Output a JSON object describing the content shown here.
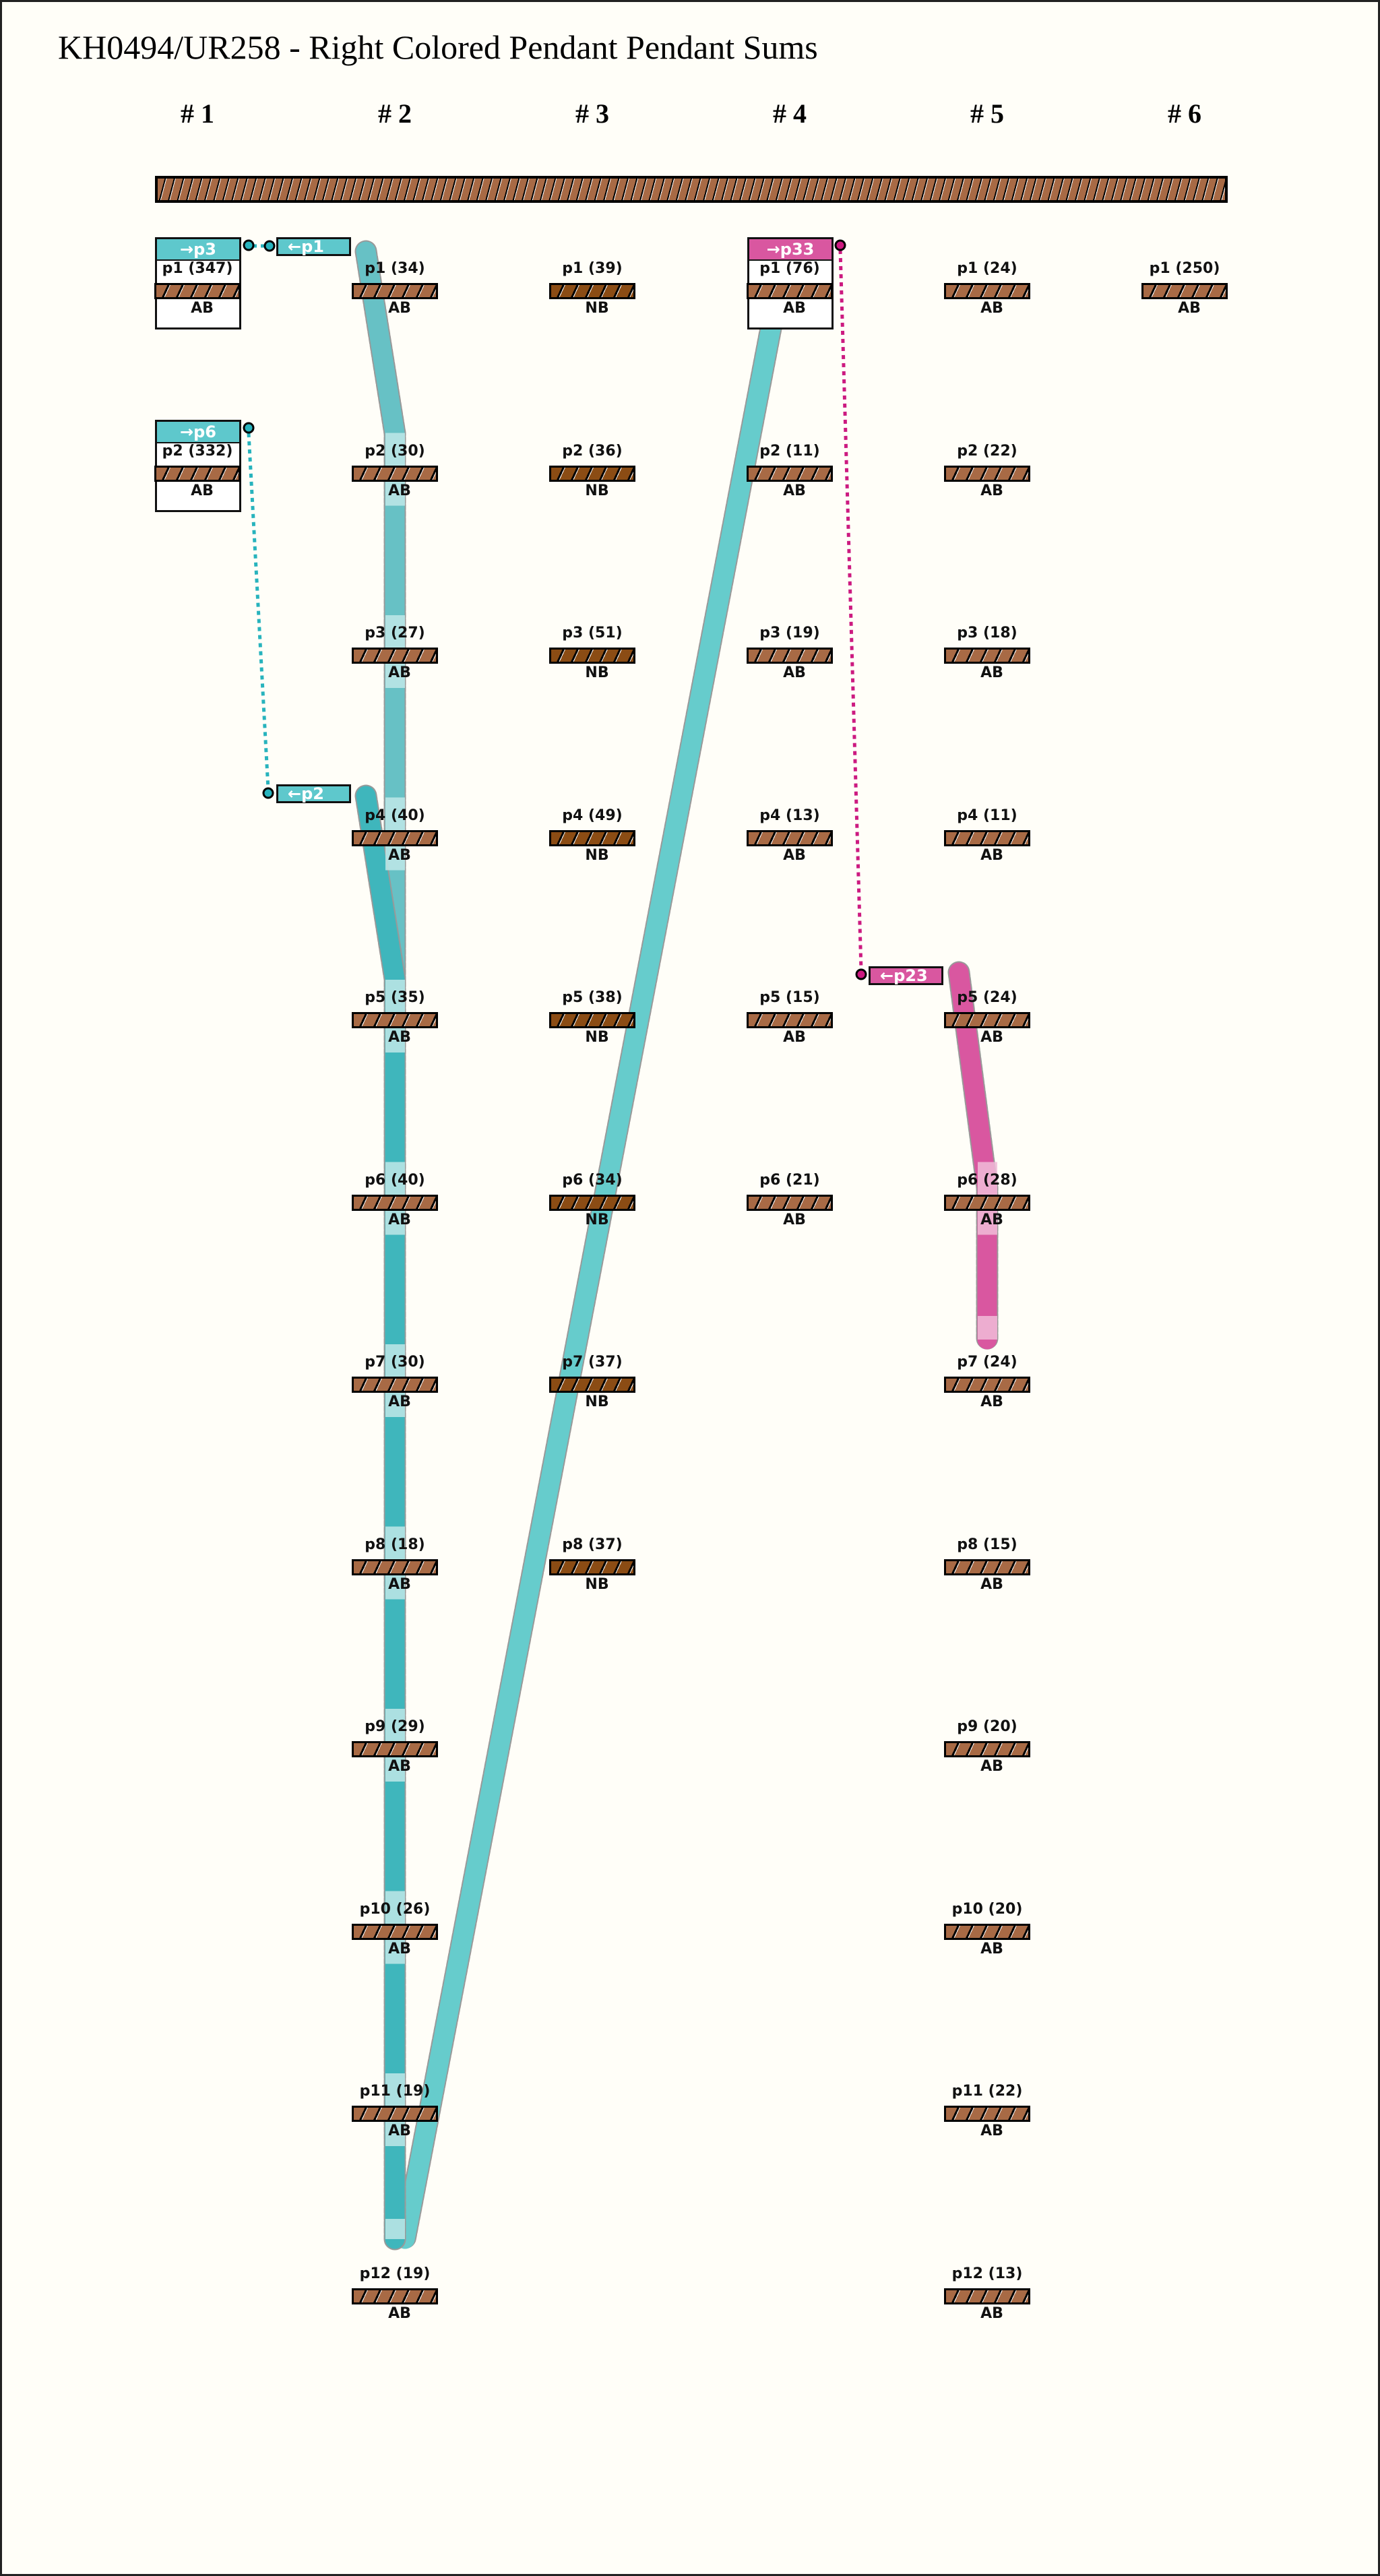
{
  "title": "KH0494/UR258 - Right Colored Pendant Pendant Sums",
  "colors": {
    "cord": "#a86a45",
    "nb_cord": "#8b4c14",
    "cyan": "#5ec8cc",
    "cyan_dark": "#35b9c0",
    "cyan_light": "#bfe8e8",
    "pink": "#d957a0",
    "pink_light": "#f0bcd8"
  },
  "columns": [
    {
      "header": "# 1",
      "pendants": [
        {
          "label": "p1 (347)",
          "group": "AB",
          "out_tag": "→p3",
          "tag_color": "cyan"
        },
        {
          "label": "p2 (332)",
          "group": "AB",
          "out_tag": "→p6",
          "tag_color": "cyan"
        }
      ]
    },
    {
      "header": "# 2",
      "pendants": [
        {
          "label": "p1 (34)",
          "group": "AB",
          "in_tag": "←p1",
          "tag_color": "cyan"
        },
        {
          "label": "p2 (30)",
          "group": "AB"
        },
        {
          "label": "p3 (27)",
          "group": "AB"
        },
        {
          "label": "p4 (40)",
          "group": "AB",
          "in_tag": "←p2",
          "tag_color": "cyan"
        },
        {
          "label": "p5 (35)",
          "group": "AB"
        },
        {
          "label": "p6 (40)",
          "group": "AB"
        },
        {
          "label": "p7 (30)",
          "group": "AB"
        },
        {
          "label": "p8 (18)",
          "group": "AB"
        },
        {
          "label": "p9 (29)",
          "group": "AB"
        },
        {
          "label": "p10 (26)",
          "group": "AB"
        },
        {
          "label": "p11 (19)",
          "group": "AB"
        },
        {
          "label": "p12 (19)",
          "group": "AB"
        }
      ]
    },
    {
      "header": "# 3",
      "pendants": [
        {
          "label": "p1 (39)",
          "group": "NB"
        },
        {
          "label": "p2 (36)",
          "group": "NB"
        },
        {
          "label": "p3 (51)",
          "group": "NB"
        },
        {
          "label": "p4 (49)",
          "group": "NB"
        },
        {
          "label": "p5 (38)",
          "group": "NB"
        },
        {
          "label": "p6 (34)",
          "group": "NB"
        },
        {
          "label": "p7 (37)",
          "group": "NB"
        },
        {
          "label": "p8 (37)",
          "group": "NB"
        }
      ]
    },
    {
      "header": "# 4",
      "pendants": [
        {
          "label": "p1 (76)",
          "group": "AB",
          "out_tag": "→p33",
          "tag_color": "pink"
        },
        {
          "label": "p2 (11)",
          "group": "AB"
        },
        {
          "label": "p3 (19)",
          "group": "AB"
        },
        {
          "label": "p4 (13)",
          "group": "AB"
        },
        {
          "label": "p5 (15)",
          "group": "AB"
        },
        {
          "label": "p6 (21)",
          "group": "AB"
        }
      ]
    },
    {
      "header": "# 5",
      "pendants": [
        {
          "label": "p1 (24)",
          "group": "AB"
        },
        {
          "label": "p2 (22)",
          "group": "AB"
        },
        {
          "label": "p3 (18)",
          "group": "AB"
        },
        {
          "label": "p4 (11)",
          "group": "AB"
        },
        {
          "label": "p5 (24)",
          "group": "AB",
          "in_tag": "←p23",
          "tag_color": "pink"
        },
        {
          "label": "p6 (28)",
          "group": "AB"
        },
        {
          "label": "p7 (24)",
          "group": "AB"
        },
        {
          "label": "p8 (15)",
          "group": "AB"
        },
        {
          "label": "p9 (20)",
          "group": "AB"
        },
        {
          "label": "p10 (20)",
          "group": "AB"
        },
        {
          "label": "p11 (22)",
          "group": "AB"
        },
        {
          "label": "p12 (13)",
          "group": "AB"
        }
      ]
    },
    {
      "header": "# 6",
      "pendants": [
        {
          "label": "p1 (250)",
          "group": "AB"
        }
      ]
    }
  ]
}
